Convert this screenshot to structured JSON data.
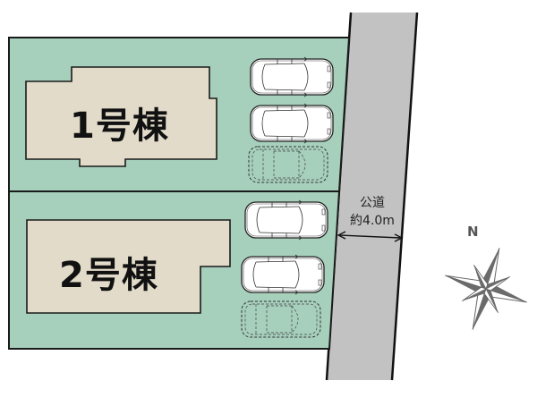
{
  "plan": {
    "lots": [
      {
        "id": "lot-1",
        "label": "1号棟",
        "parking_spaces": 3
      },
      {
        "id": "lot-2",
        "label": "2号棟",
        "parking_spaces": 3
      }
    ],
    "road": {
      "type_label": "公道",
      "width_label": "約4.0m"
    },
    "compass": {
      "north_label": "N"
    }
  },
  "colors": {
    "lot_fill": "#a6cfbc",
    "building_fill": "#e3dbc9",
    "road_fill": "#c2c2c2",
    "outline": "#1a1a1a",
    "compass": "#6b6b6b"
  }
}
